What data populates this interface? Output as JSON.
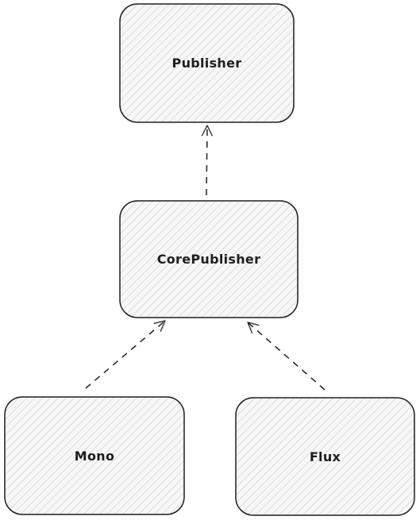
{
  "diagram": {
    "type": "class-hierarchy",
    "style": {
      "stroke": "#1e1e1e",
      "hatch": "#cfcfcf",
      "fill": "#f7f7f7",
      "edge": "dashed-arrow"
    },
    "nodes": [
      {
        "id": "publisher",
        "label": "Publisher"
      },
      {
        "id": "corepublisher",
        "label": "CorePublisher"
      },
      {
        "id": "mono",
        "label": "Mono"
      },
      {
        "id": "flux",
        "label": "Flux"
      }
    ],
    "edges": [
      {
        "from": "corepublisher",
        "to": "publisher",
        "kind": "implements"
      },
      {
        "from": "mono",
        "to": "corepublisher",
        "kind": "implements"
      },
      {
        "from": "flux",
        "to": "corepublisher",
        "kind": "implements"
      }
    ]
  }
}
